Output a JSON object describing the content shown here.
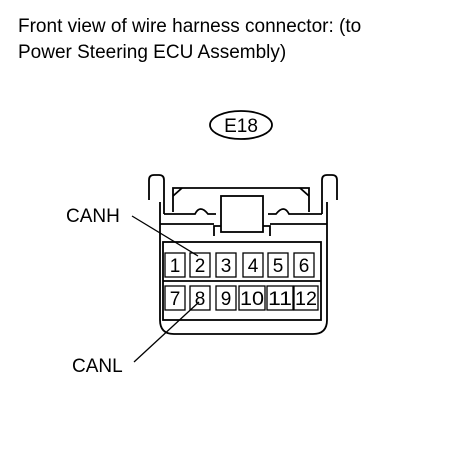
{
  "caption": {
    "line1": "Front view of wire harness connector: (to",
    "line2": "Power Steering ECU Assembly)"
  },
  "connector": {
    "code": "E18",
    "pins_top": [
      "1",
      "2",
      "3",
      "4",
      "5",
      "6"
    ],
    "pins_bottom": [
      "7",
      "8",
      "9",
      "10",
      "11",
      "12"
    ]
  },
  "callouts": {
    "canh": "CANH",
    "canl": "CANL"
  }
}
